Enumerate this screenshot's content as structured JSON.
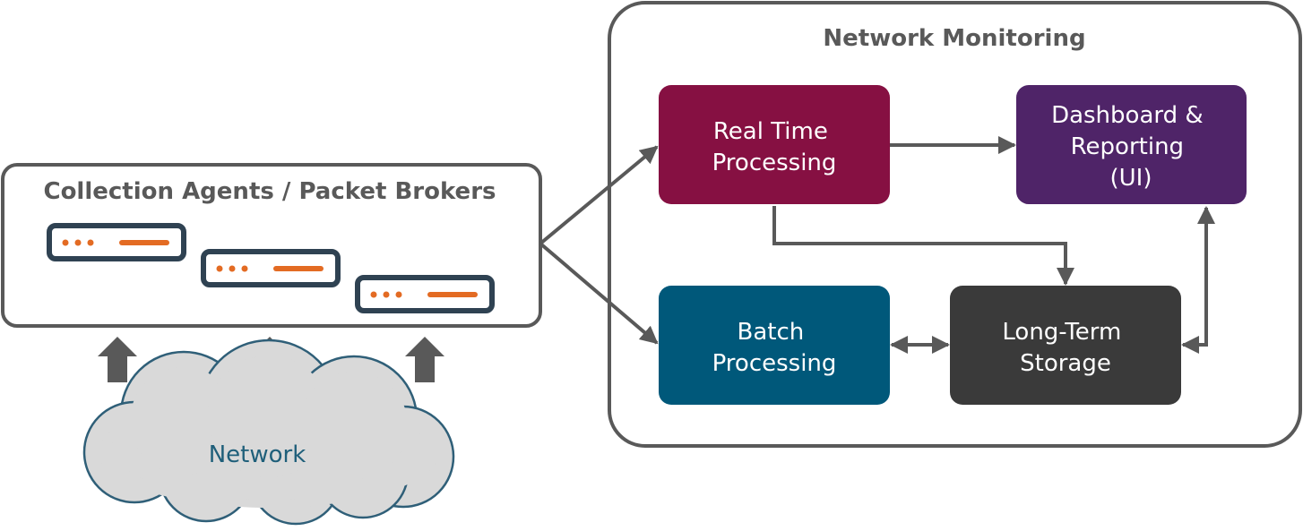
{
  "collection_group": {
    "title": "Collection Agents / Packet Brokers"
  },
  "monitoring_group": {
    "title": "Network Monitoring"
  },
  "nodes": {
    "realtime": {
      "lines": [
        "Real Time",
        "Processing"
      ],
      "color": "#861042"
    },
    "dashboard": {
      "lines": [
        "Dashboard &",
        "Reporting",
        "(UI)"
      ],
      "color": "#4f2468"
    },
    "batch": {
      "lines": [
        "Batch",
        "Processing"
      ],
      "color": "#00587a"
    },
    "storage": {
      "lines": [
        "Long-Term",
        "Storage"
      ],
      "color": "#3a3a3a"
    }
  },
  "network": {
    "label": "Network"
  },
  "colors": {
    "connector": "#595959",
    "device_outline": "#2f4252",
    "device_accent": "#e36b23",
    "cloud_fill": "#d9d9d9",
    "cloud_outline": "#2f5f78"
  }
}
